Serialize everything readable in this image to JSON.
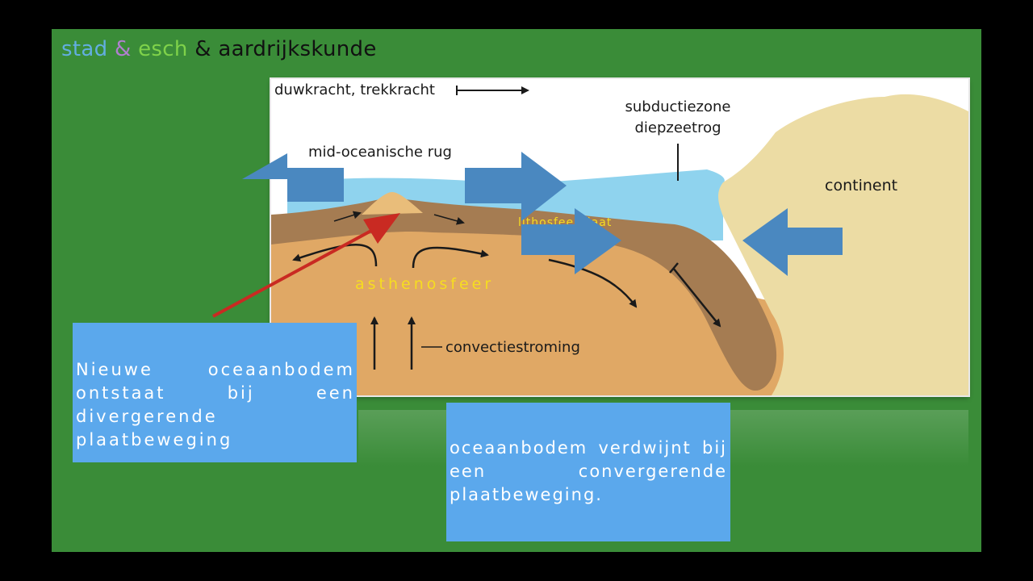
{
  "header": {
    "part1": "stad",
    "part2": "&",
    "part3": "esch",
    "part4": "& aardrijkskunde"
  },
  "diagram": {
    "label_forces": "duwkracht, trekkracht",
    "label_subduction_1": "subductiezone",
    "label_subduction_2": "diepzeetrog",
    "label_ridge": "mid-oceanische rug",
    "label_continent": "continent",
    "label_plate": "lithosfeerplaat",
    "label_asthenosphere": "asthenosfeer",
    "label_convection": "convectiestroming"
  },
  "boxes": {
    "diverging": "Nieuwe oceaanbodem ontstaat bij een divergerende plaatbeweging",
    "converging": "oceaanbodem verdwijnt bij een convergerende plaatbeweging."
  },
  "colors": {
    "slide_green": "#3a8c38",
    "box_blue": "#5ba8ec",
    "arrow_blue": "#4a88c0",
    "pointer_red": "#c92a22",
    "ocean": "#8fd3ee",
    "asthenosphere": "#e0a865",
    "lithosphere": "#a57c52",
    "continent": "#ecdca4"
  }
}
